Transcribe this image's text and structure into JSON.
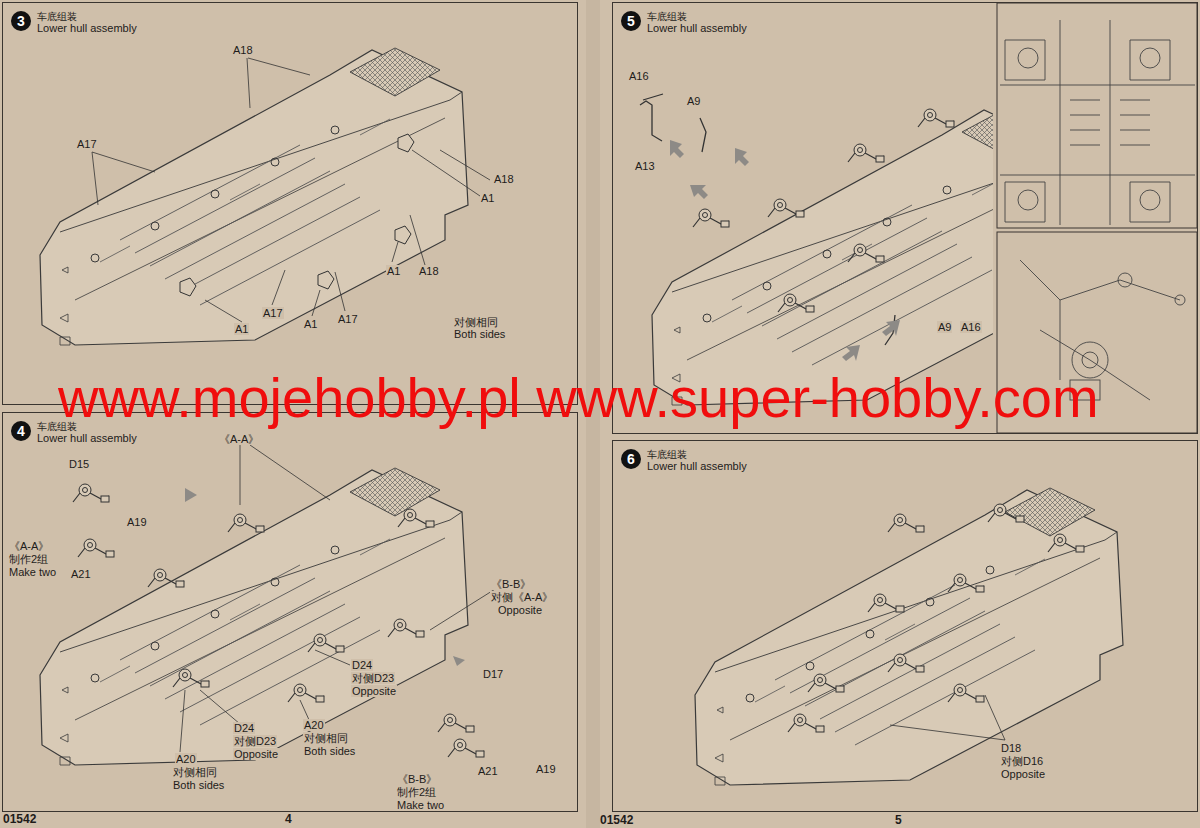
{
  "diagram": {
    "nodes": [
      {
        "text": [
          "车底组装",
          "Lower hull assembly"
        ]
      },
      {
        "text": [
          "3"
        ],
        "in": 0
      },
      {
        "text": [
          "车底组装",
          "Lower hull assembly"
        ]
      },
      {
        "text": [
          "5"
        ],
        "in": 2
      },
      {
        "text": [
          "车底组装",
          "Lower hull assembly"
        ]
      },
      {
        "text": [
          "4"
        ],
        "in": 4
      },
      {
        "text": [
          "车底组装",
          "Lower hull assembly"
        ]
      },
      {
        "text": [
          "6"
        ],
        "in": 6
      }
    ],
    "labels": [
      "A18",
      "A17",
      "A18",
      "A1",
      "A1",
      "A18",
      "A17",
      "A1",
      "A17",
      "A1",
      "对侧相同",
      "Both sides",
      "A16",
      "A9",
      "A13",
      "A9",
      "A16",
      "《A-A》",
      "D15",
      "A19",
      "《A-A》",
      "制作2组",
      "Make two",
      "A21",
      "《B-B》",
      "对侧《A-A》",
      "Opposite",
      "D24",
      "对侧D23",
      "Opposite",
      "D24",
      "对侧D23",
      "Opposite",
      "A20",
      "对侧相同",
      "Both sides",
      "A20",
      "对侧相同",
      "Both sides",
      "D17",
      "A21",
      "A19",
      "《B-B》",
      "制作2组",
      "Make two",
      "D18",
      "对侧D16",
      "Opposite",
      "www.mojehobby.pl www.super-hobby.com",
      "01542",
      "4",
      "5",
      "01542"
    ]
  }
}
